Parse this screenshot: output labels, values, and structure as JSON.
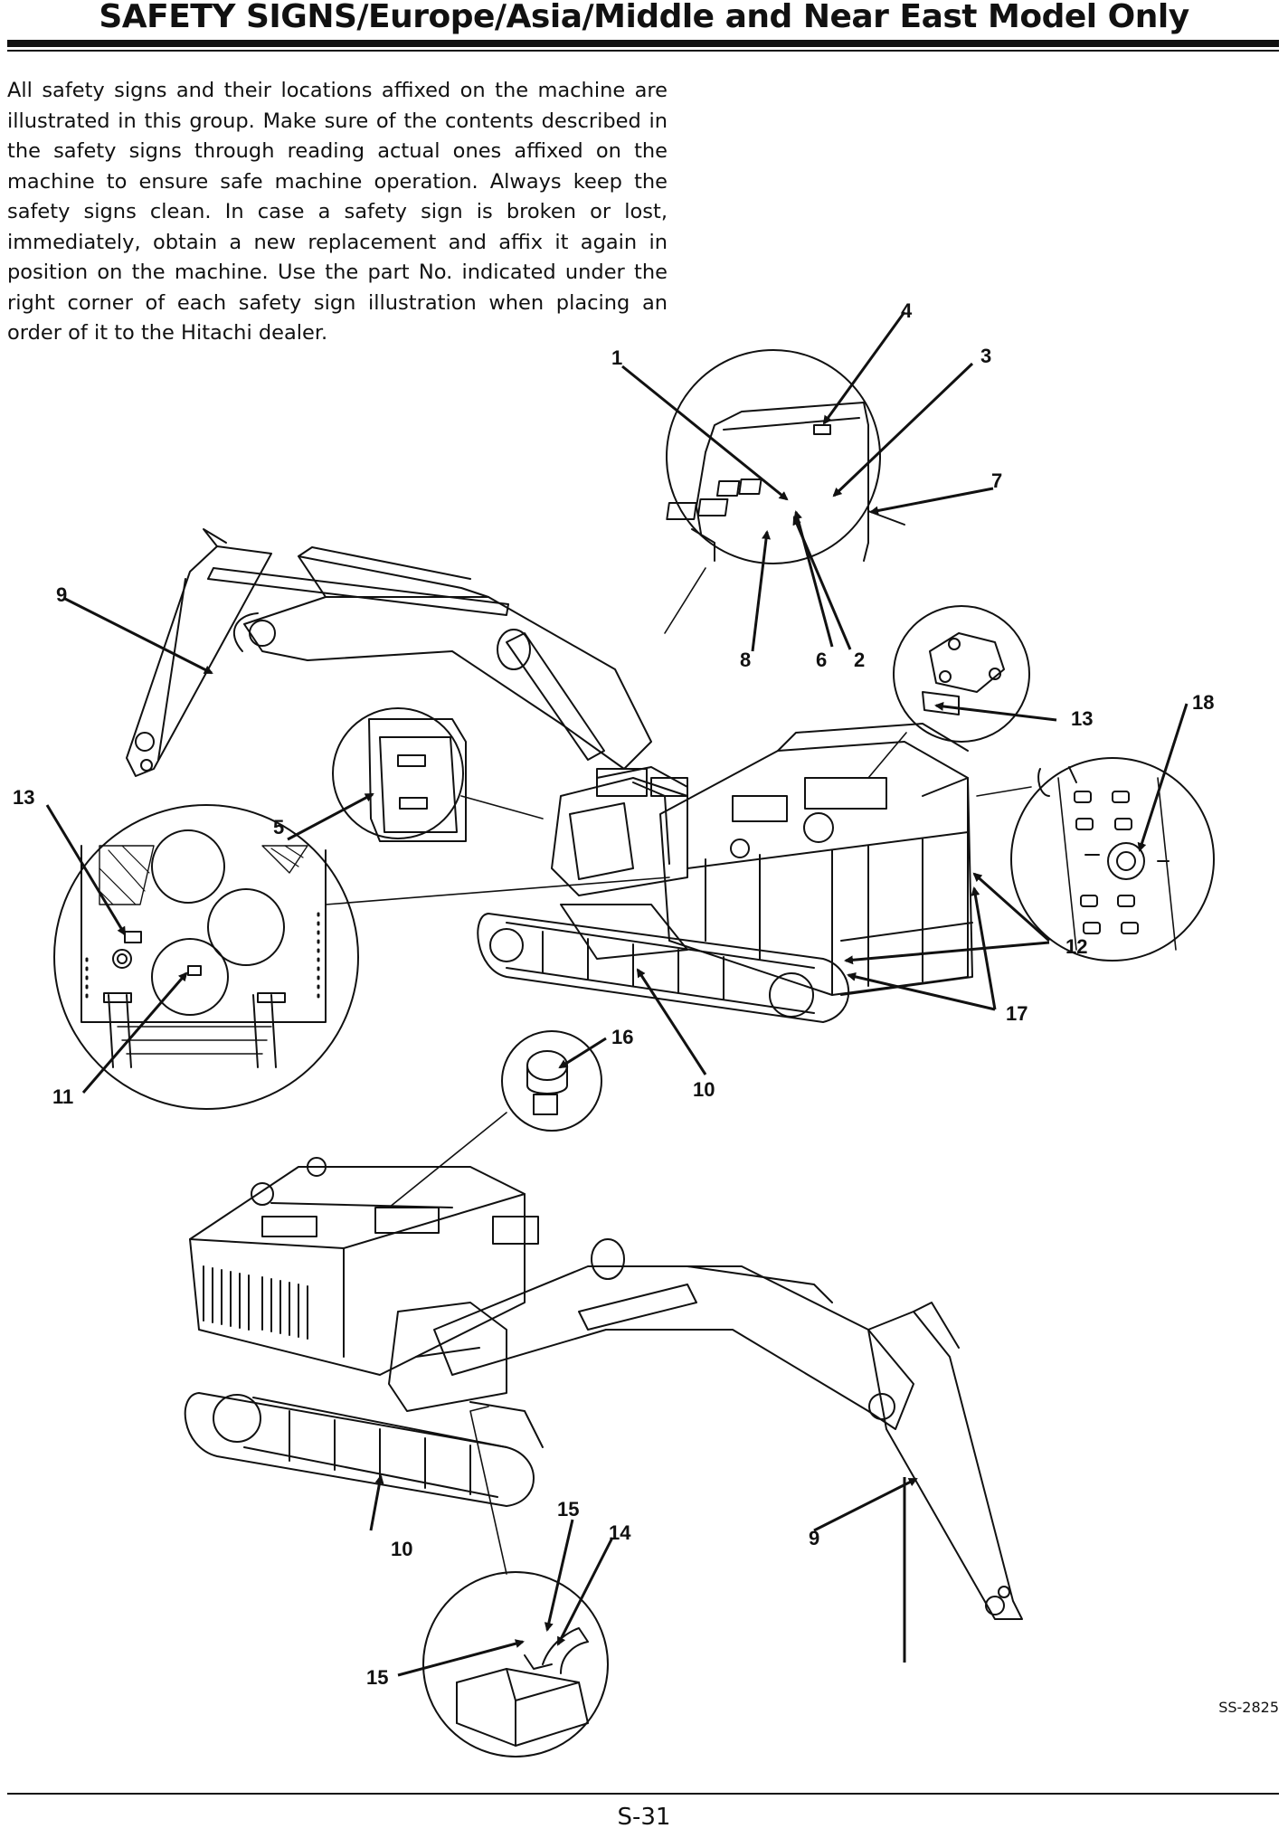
{
  "page": {
    "title": "SAFETY SIGNS/Europe/Asia/Middle and Near East Model Only",
    "intro": "All safety signs and their locations affixed on the machine are illustrated in this group. Make sure of the contents described in the safety signs through reading actual ones affixed on the machine to ensure safe machine operation. Always keep the safety signs clean. In case a safety sign is broken or lost, immediately, obtain a new replacement and affix it again in position on the machine. Use the part No. indicated under the right corner of each safety sign illustration when placing an order of it to the Hitachi dealer.",
    "figure_code": "SS-2825",
    "page_number": "S-31"
  },
  "callouts": {
    "c1": "1",
    "c2": "2",
    "c3": "3",
    "c4": "4",
    "c5": "5",
    "c6": "6",
    "c7": "7",
    "c8": "8",
    "c9a": "9",
    "c9b": "9",
    "c10a": "10",
    "c10b": "10",
    "c11": "11",
    "c12": "12",
    "c13a": "13",
    "c13b": "13",
    "c14": "14",
    "c15a": "15",
    "c15b": "15",
    "c16": "16",
    "c17": "17",
    "c18": "18"
  }
}
